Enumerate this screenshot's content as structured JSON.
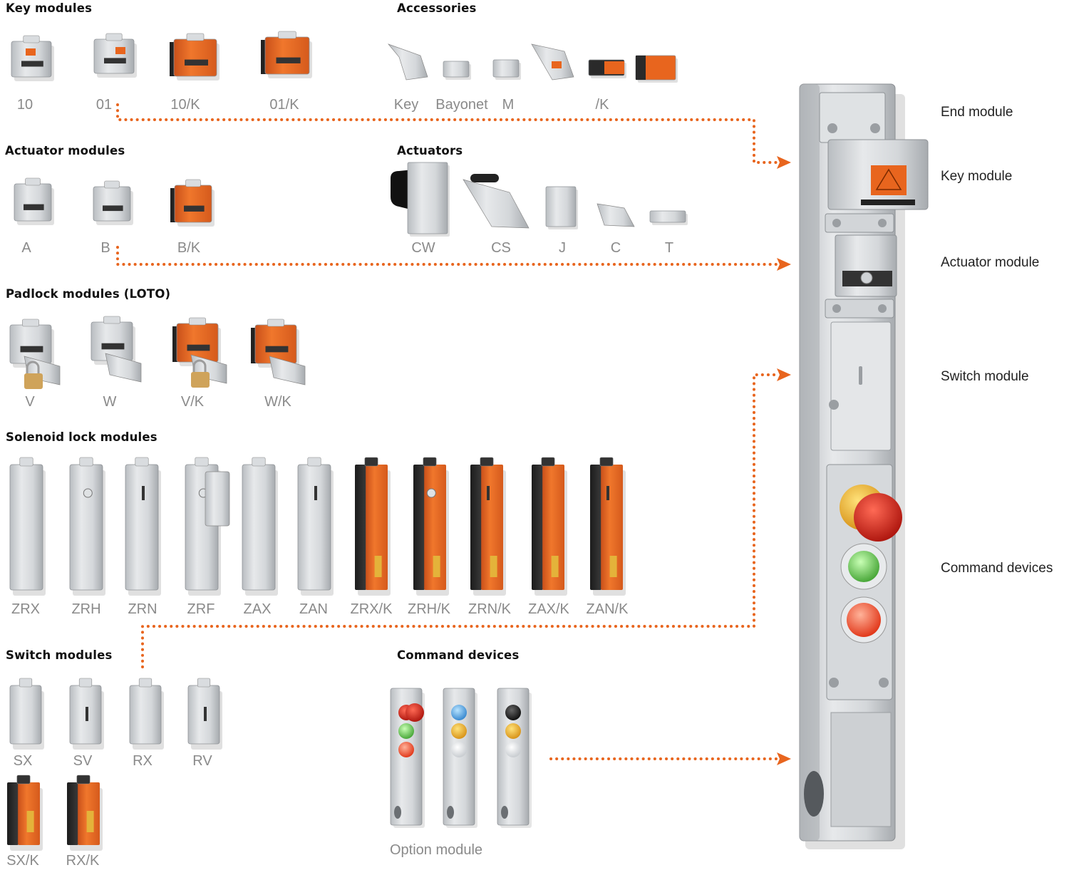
{
  "headings": {
    "key_modules": "Key modules",
    "accessories": "Accessories",
    "actuator_modules": "Actuator modules",
    "actuators": "Actuators",
    "padlock_modules": "Padlock modules (LOTO)",
    "solenoid_modules": "Solenoid lock modules",
    "switch_modules": "Switch modules",
    "command_devices": "Command devices"
  },
  "key_modules": [
    "10",
    "01",
    "10/K",
    "01/K"
  ],
  "accessories": [
    "Key",
    "Bayonet",
    "M",
    "/K"
  ],
  "actuator_modules": [
    "A",
    "B",
    "B/K"
  ],
  "actuators": [
    "CW",
    "CS",
    "J",
    "C",
    "T"
  ],
  "padlock_modules": [
    "V",
    "W",
    "V/K",
    "W/K"
  ],
  "solenoid_modules": [
    "ZRX",
    "ZRH",
    "ZRN",
    "ZRF",
    "ZAX",
    "ZAN",
    "ZRX/K",
    "ZRH/K",
    "ZRN/K",
    "ZAX/K",
    "ZAN/K"
  ],
  "switch_modules": [
    "SX",
    "SV",
    "RX",
    "RV",
    "SX/K",
    "RX/K"
  ],
  "option_module": "Option module",
  "assembly_labels": [
    "End module",
    "Key module",
    "Actuator module",
    "Switch module",
    "Command devices"
  ],
  "colors": {
    "orange": "#e8651e",
    "grey": "#c9cdd1",
    "dark": "#2a2a2a",
    "label": "#8a8a8a",
    "red": "#c62020",
    "yellow": "#e8b21c",
    "green": "#5fc24a",
    "blue": "#4aa0e0"
  }
}
